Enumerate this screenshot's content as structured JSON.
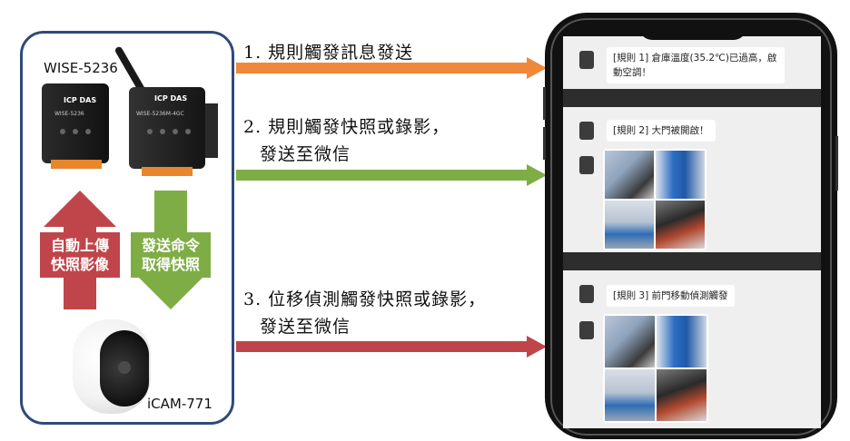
{
  "devices": {
    "controller_label": "WISE-5236",
    "camera_label": "iCAM-771",
    "logo_text": "ICP DAS",
    "model_small": "WISE-5236",
    "model_small_alt": "WISE-5236M-4GC"
  },
  "vertical_arrows": {
    "upload_label": "自動上傳\n快照影像",
    "command_label": "發送命令\n取得快照",
    "upload_color": "#c0454a",
    "command_color": "#7fad45"
  },
  "steps": [
    {
      "line1": "1. 規則觸發訊息發送",
      "line2": "",
      "color": "#f0883a"
    },
    {
      "line1": "2. 規則觸發快照或錄影，",
      "line2": "發送至微信",
      "color": "#7fad45"
    },
    {
      "line1": "3. 位移偵測觸發快照或錄影，",
      "line2": "發送至微信",
      "color": "#c0454a"
    }
  ],
  "chat": {
    "msg1": "[規則 1] 倉庫溫度(35.2℃)已過高，啟動空調！",
    "msg2": "[規則 2] 大門被開啟！",
    "msg3": "[規則 3] 前門移動偵測觸發"
  },
  "colors": {
    "panel_border": "#2e4a7a",
    "phone_body": "#111111"
  }
}
